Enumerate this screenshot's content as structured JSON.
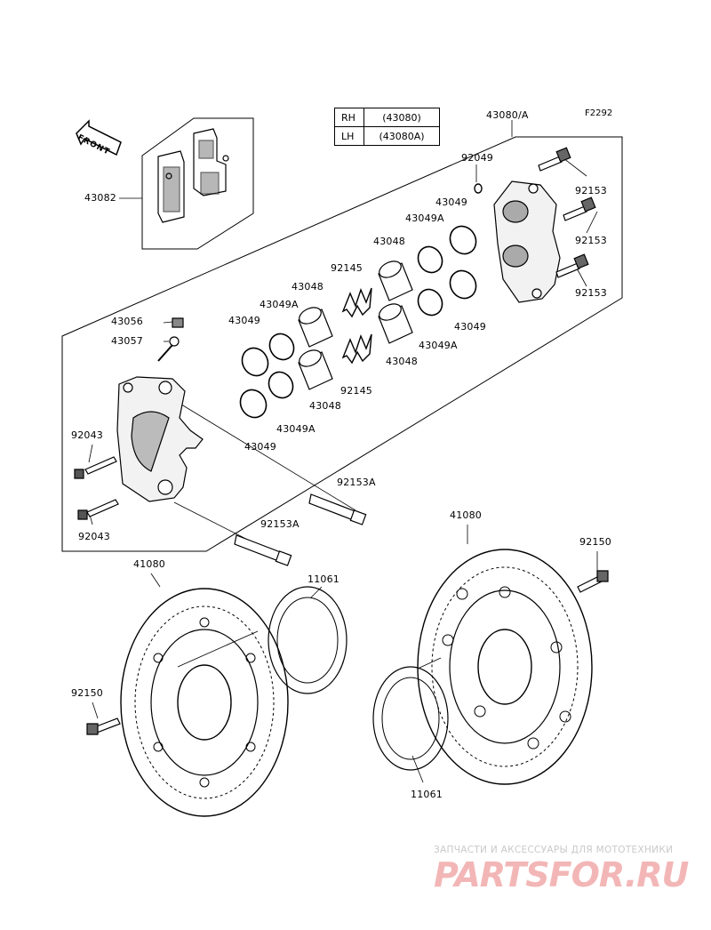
{
  "diagram_code": "F2292",
  "variant_table": [
    {
      "side": "RH",
      "part": "(43080)"
    },
    {
      "side": "LH",
      "part": "(43080A)"
    }
  ],
  "front_label": "FRONT",
  "labels": [
    {
      "id": "l01",
      "text": "43080/A"
    },
    {
      "id": "l02",
      "text": "43082"
    },
    {
      "id": "l03",
      "text": "92049"
    },
    {
      "id": "l04",
      "text": "43049"
    },
    {
      "id": "l05",
      "text": "92153"
    },
    {
      "id": "l06",
      "text": "43049A"
    },
    {
      "id": "l07",
      "text": "92153"
    },
    {
      "id": "l08",
      "text": "43048"
    },
    {
      "id": "l09",
      "text": "92145"
    },
    {
      "id": "l10",
      "text": "92153"
    },
    {
      "id": "l11",
      "text": "43048"
    },
    {
      "id": "l12",
      "text": "43049A"
    },
    {
      "id": "l13",
      "text": "43056"
    },
    {
      "id": "l14",
      "text": "43049"
    },
    {
      "id": "l15",
      "text": "43057"
    },
    {
      "id": "l16",
      "text": "43049"
    },
    {
      "id": "l17",
      "text": "43049A"
    },
    {
      "id": "l18",
      "text": "43048"
    },
    {
      "id": "l19",
      "text": "92145"
    },
    {
      "id": "l20",
      "text": "43048"
    },
    {
      "id": "l21",
      "text": "43049A"
    },
    {
      "id": "l22",
      "text": "43049"
    },
    {
      "id": "l23",
      "text": "92043"
    },
    {
      "id": "l24",
      "text": "92153A"
    },
    {
      "id": "l25",
      "text": "92043"
    },
    {
      "id": "l26",
      "text": "92153A"
    },
    {
      "id": "l27",
      "text": "41080"
    },
    {
      "id": "l28",
      "text": "92150"
    },
    {
      "id": "l29",
      "text": "41080"
    },
    {
      "id": "l30",
      "text": "11061"
    },
    {
      "id": "l31",
      "text": "92150"
    },
    {
      "id": "l32",
      "text": "11061"
    }
  ],
  "watermark": {
    "line1": "ЗАПЧАСТИ И АКСЕССУАРЫ ДЛЯ МОТОТЕХНИКИ",
    "line2": "PARTSFOR.RU"
  }
}
